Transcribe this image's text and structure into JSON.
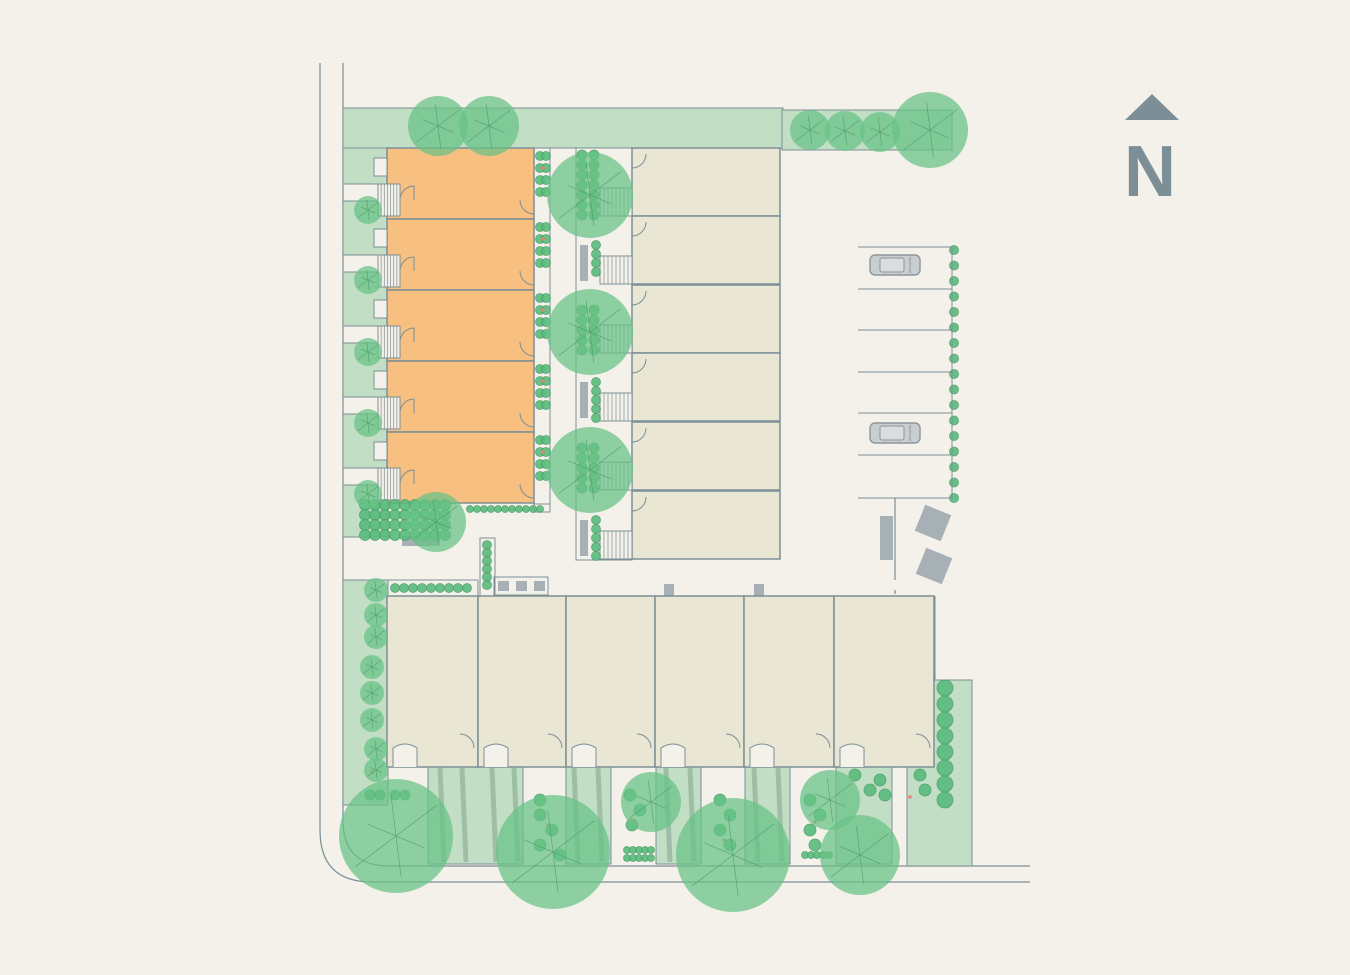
{
  "north": {
    "label": "N",
    "color": "#7c8f96"
  },
  "colors": {
    "background": "#f4f1ea",
    "outline": "#7c8f96",
    "highlighted_units": "#f7bf80",
    "other_units": "#e9e6d4",
    "lawn": "#c2dec5",
    "tree": "#66c285",
    "shrub": "#58bb7c",
    "accent_flower": "#e2876b",
    "paving_fixture": "#a7b1b5",
    "vehicle": "#8d9599"
  },
  "plan": {
    "highlighted_units_count": 5,
    "west_row_units_count": 6,
    "south_row_units_count": 6,
    "parked_cars_count": 2,
    "bins_count": 2
  }
}
